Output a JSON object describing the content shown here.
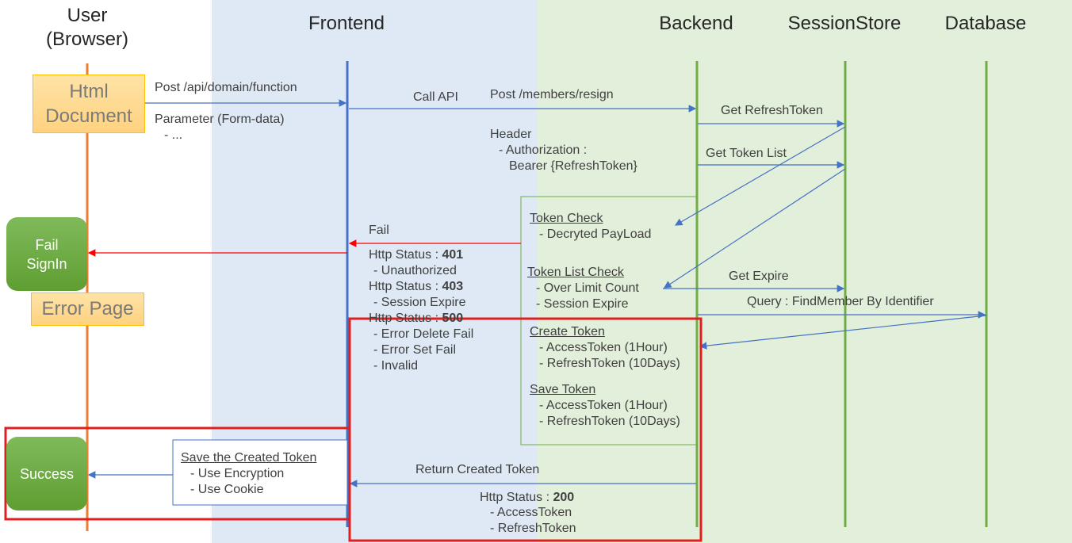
{
  "lanes": {
    "user": "User\n(Browser)",
    "frontend": "Frontend",
    "backend": "Backend",
    "session_store": "SessionStore",
    "database": "Database"
  },
  "colors": {
    "frontend_zone": "#dee9f5",
    "backend_zone": "#e2efda",
    "user_lifeline": "#ed7d31",
    "frontend_lifeline": "#4472c4",
    "backend_lifeline": "#70ad47",
    "fail_arrow": "#ff0000",
    "highlight": "#e02020"
  },
  "user_boxes": {
    "html_document": "Html\nDocument",
    "fail_signin": "Fail\nSignIn",
    "error_page": "Error Page",
    "success": "Success"
  },
  "messages": {
    "post_api": "Post /api/domain/function",
    "parameter": "Parameter (Form-data)",
    "parameter_item": "- ...",
    "call_api": "Call API",
    "post_resign": "Post /members/resign",
    "header": "Header",
    "authorization": "- Authorization :",
    "bearer": "Bearer {RefreshToken}",
    "get_refresh_token": "Get RefreshToken",
    "get_token_list": "Get Token List",
    "get_expire": "Get Expire",
    "query": "Query : FindMember By Identifier",
    "fail": "Fail",
    "return_created_token": "Return Created Token"
  },
  "errors": [
    {
      "label": "Http Status : ",
      "code": "401"
    },
    {
      "detail": "- Unauthorized"
    },
    {
      "label": "Http Status : ",
      "code": "403"
    },
    {
      "detail": "- Session Expire"
    },
    {
      "label": "Http Status : ",
      "code": "500"
    },
    {
      "detail": "- Error Delete Fail"
    },
    {
      "detail": "- Error Set Fail"
    },
    {
      "detail": "- Invalid"
    }
  ],
  "backend_process": {
    "token_check": "Token Check",
    "token_check_items": [
      "- Decryted PayLoad"
    ],
    "token_list_check": "Token List Check",
    "token_list_check_items": [
      "- Over Limit Count",
      "- Session Expire"
    ],
    "create_token": "Create Token",
    "create_token_items": [
      "- AccessToken (1Hour)",
      "- RefreshToken (10Days)"
    ],
    "save_token": "Save Token",
    "save_token_items": [
      "- AccessToken (1Hour)",
      "- RefreshToken (10Days)"
    ]
  },
  "frontend_save": {
    "title": "Save the Created Token",
    "items": [
      "- Use Encryption",
      "- Use Cookie"
    ]
  },
  "success_response": {
    "label": "Http Status : ",
    "code": "200",
    "items": [
      "- AccessToken",
      "- RefreshToken"
    ]
  }
}
